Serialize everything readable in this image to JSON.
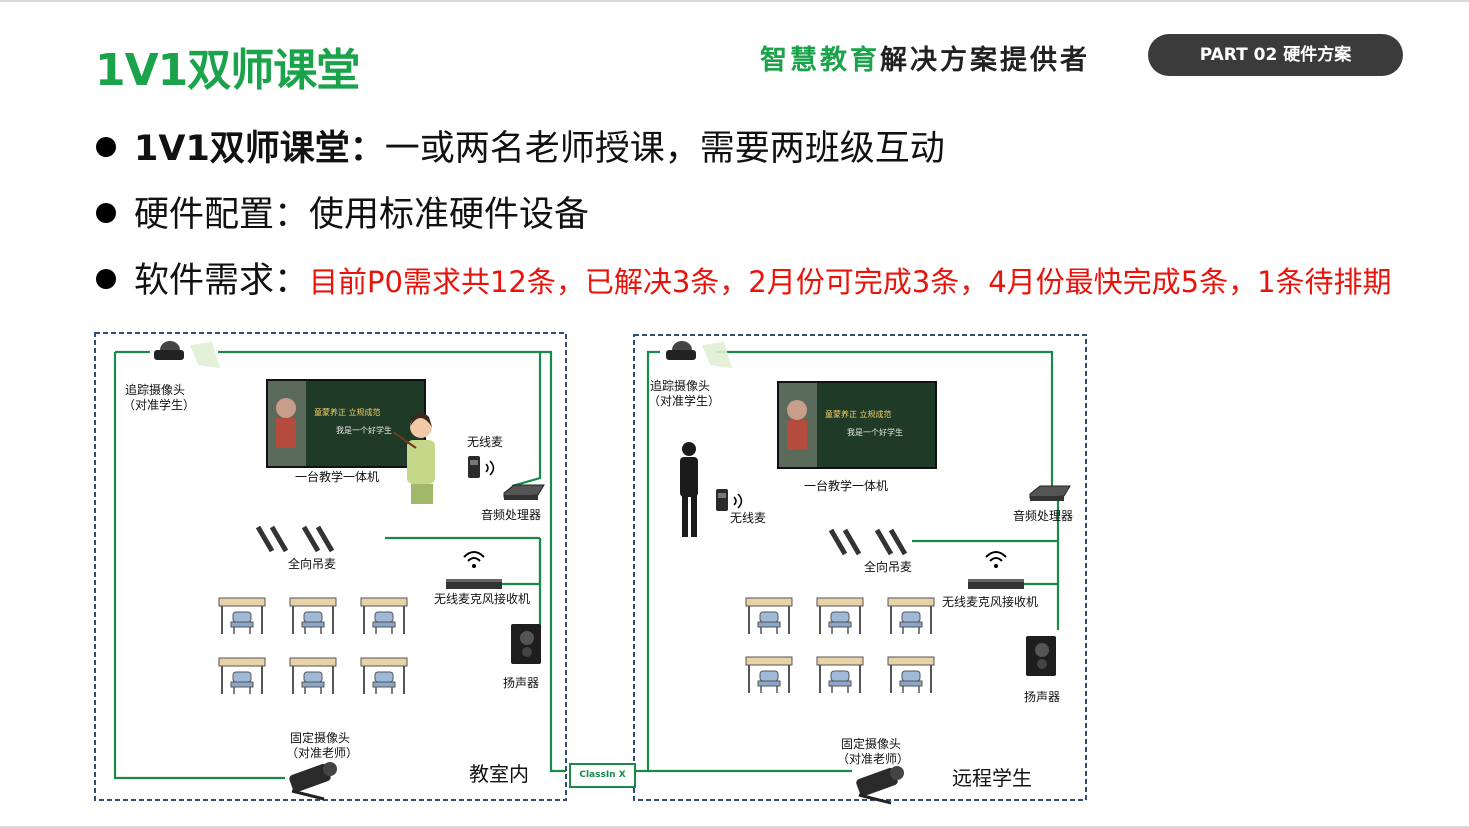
{
  "header": {
    "title": "1V1双师课堂",
    "tagline_green": "智慧教育",
    "tagline_dark": "解决方案提供者",
    "part_label": "PART 02 硬件方案"
  },
  "bullets": {
    "b1_bold": "1V1双师课堂：",
    "b1_text": "一或两名老师授课，需要两班级互动",
    "b2_text": "硬件配置：使用标准硬件设备",
    "b3_label": "软件需求：",
    "b3_red": "目前P0需求共12条，已解决3条，2月份可完成3条，4月份最快完成5条，1条待排期"
  },
  "classroom": {
    "tracking_camera": "追踪摄像头",
    "tracking_camera_sub": "（对准学生）",
    "display": "一台教学一体机",
    "wireless_mic": "无线麦",
    "audio_processor": "音频处理器",
    "ceiling_mic": "全向吊麦",
    "mic_receiver": "无线麦克风接收机",
    "speaker": "扬声器",
    "fixed_camera": "固定摄像头",
    "fixed_camera_sub": "（对准老师）",
    "room_name": "教室内",
    "board_line1": "童蒙养正  立规成范",
    "board_line2": "我是一个好学生"
  },
  "remote": {
    "tracking_camera": "追踪摄像头",
    "tracking_camera_sub": "（对准学生）",
    "display": "一台教学一体机",
    "wireless_mic": "无线麦",
    "audio_processor": "音频处理器",
    "ceiling_mic": "全向吊麦",
    "mic_receiver": "无线麦克风接收机",
    "speaker": "扬声器",
    "fixed_camera": "固定摄像头",
    "fixed_camera_sub": "（对准老师）",
    "room_name": "远程学生"
  },
  "link_label": "ClassIn X",
  "colors": {
    "brand_green": "#1aa34a",
    "line_green": "#1a8a4a",
    "red": "#e8140b",
    "pill": "#3b3b3b",
    "dashed_border": "#2f4d7a"
  },
  "icons": [
    "tracking-camera-icon",
    "teacher-figure-icon",
    "wireless-mic-icon",
    "audio-processor-icon",
    "ceiling-mic-icon",
    "mic-receiver-icon",
    "speaker-icon",
    "desk-icon",
    "fixed-camera-icon",
    "person-silhouette-icon",
    "wifi-icon"
  ]
}
